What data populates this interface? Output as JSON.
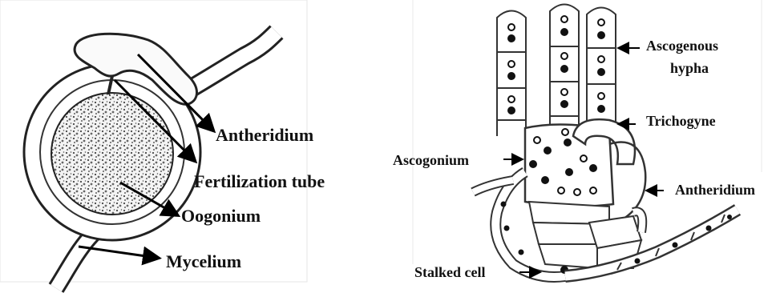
{
  "left_panel": {
    "labels": {
      "antheridium": "Antheridium",
      "fertilization_tube": "Fertilization tube",
      "oogonium": "Oogonium",
      "mycelium": "Mycelium"
    }
  },
  "right_panel": {
    "labels": {
      "ascogenous_line1": "Ascogenous",
      "ascogenous_line2": "hypha",
      "trichogyne": "Trichogyne",
      "ascogonium": "Ascogonium",
      "antheridium": "Antheridium",
      "stalked_cell": "Stalked cell"
    }
  },
  "colors": {
    "ink": "#111111",
    "background": "#ffffff"
  }
}
